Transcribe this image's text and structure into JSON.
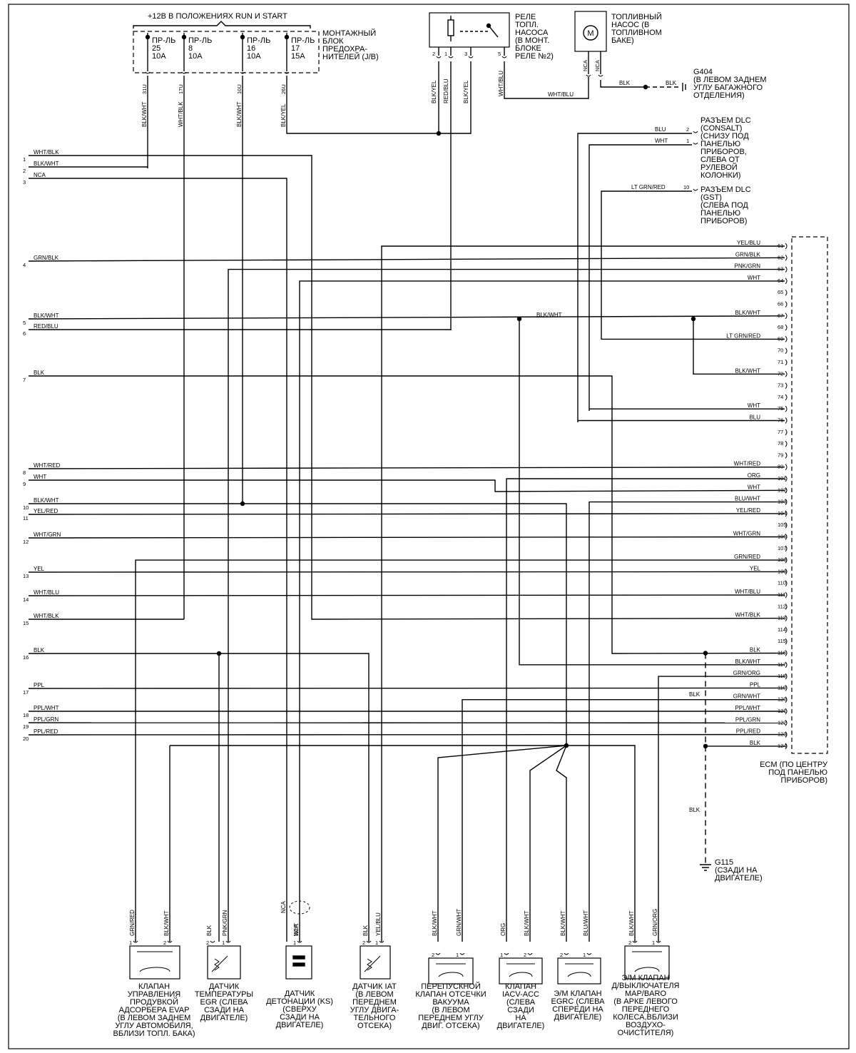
{
  "header": {
    "power_caption": "+12В В ПОЛОЖЕНИЯХ RUN И START"
  },
  "fuse_block": {
    "label": [
      "МОНТАЖНЫЙ",
      "БЛОК",
      "ПРЕДОХРА-",
      "НИТЕЛЕЙ (J/B)"
    ],
    "fuses": [
      {
        "name": "ПР-ЛЬ",
        "num": "25",
        "rating": "10A",
        "conn": "31U"
      },
      {
        "name": "ПР-ЛЬ",
        "num": "8",
        "rating": "10A",
        "conn": "17U"
      },
      {
        "name": "ПР-ЛЬ",
        "num": "16",
        "rating": "10A",
        "conn": "10U"
      },
      {
        "name": "ПР-ЛЬ",
        "num": "17",
        "rating": "15A",
        "conn": "26U"
      }
    ]
  },
  "relay": {
    "label": [
      "РЕЛЕ",
      "ТОПЛ.",
      "НАСОСА",
      "(В МОНТ.",
      "БЛОКЕ",
      "РЕЛЕ №2)"
    ],
    "pins": [
      "2",
      "1",
      "3",
      "5"
    ]
  },
  "fuel_pump": {
    "label": [
      "ТОПЛИВНЫЙ",
      "НАСОС (В",
      "ТОПЛИВНОМ",
      "БАКЕ)"
    ],
    "symbol": "M"
  },
  "ground_g404": {
    "label": [
      "G404",
      "(В ЛЕВОМ ЗАДНЕМ",
      "УГЛУ БАГАЖНОГО",
      "ОТДЕЛЕНИЯ)"
    ]
  },
  "dlc_consult": {
    "label": [
      "РАЗЪЕМ DLC",
      "(CONSALT)",
      "(СНИЗУ ПОД",
      "ПАНЕЛЬЮ",
      "ПРИБОРОВ,",
      "СЛЕВА ОТ",
      "РУЛЕВОЙ",
      "КОЛОНКИ)"
    ]
  },
  "dlc_gst": {
    "label": [
      "РАЗЪЕМ DLC",
      "(GST)",
      "(СЛЕВА ПОД",
      "ПАНЕЛЬЮ",
      "ПРИБОРОВ)"
    ]
  },
  "ecm": {
    "label": [
      "ECM (ПО ЦЕНТРУ",
      "ПОД ПАНЕЛЬЮ",
      "ПРИБОРОВ)"
    ]
  },
  "ground_g115": {
    "label": [
      "G115",
      "(СЗАДИ НА",
      "ДВИГАТЕЛЕ)"
    ]
  },
  "left_wires": [
    {
      "num": "1",
      "color": "WHT/BLK"
    },
    {
      "num": "2",
      "color": "BLK/WHT"
    },
    {
      "num": "3",
      "color": "NCA"
    },
    {
      "num": "4",
      "color": "GRN/BLK"
    },
    {
      "num": "5",
      "color": "BLK/WHT"
    },
    {
      "num": "6",
      "color": "RED/BLU"
    },
    {
      "num": "7",
      "color": "BLK"
    },
    {
      "num": "8",
      "color": "WHT/RED"
    },
    {
      "num": "9",
      "color": "WHT"
    },
    {
      "num": "10",
      "color": "BLK/WHT"
    },
    {
      "num": "11",
      "color": "YEL/RED"
    },
    {
      "num": "12",
      "color": "WHT/GRN"
    },
    {
      "num": "13",
      "color": "YEL"
    },
    {
      "num": "14",
      "color": "WHT/BLU"
    },
    {
      "num": "15",
      "color": "WHT/BLK"
    },
    {
      "num": "16",
      "color": "BLK"
    },
    {
      "num": "17",
      "color": "PPL"
    },
    {
      "num": "18",
      "color": "PPL/WHT"
    },
    {
      "num": "19",
      "color": "PPL/GRN"
    },
    {
      "num": "20",
      "color": "PPL/RED"
    }
  ],
  "ecm_pins": [
    {
      "num": "61",
      "color": "YEL/BLU"
    },
    {
      "num": "62",
      "color": "GRN/BLK"
    },
    {
      "num": "63",
      "color": "PNK/GRN"
    },
    {
      "num": "64",
      "color": "WHT"
    },
    {
      "num": "65",
      "color": ""
    },
    {
      "num": "66",
      "color": ""
    },
    {
      "num": "67",
      "color": "BLK/WHT"
    },
    {
      "num": "68",
      "color": ""
    },
    {
      "num": "69",
      "color": "LT GRN/RED"
    },
    {
      "num": "70",
      "color": ""
    },
    {
      "num": "71",
      "color": ""
    },
    {
      "num": "72",
      "color": "BLK/WHT"
    },
    {
      "num": "73",
      "color": ""
    },
    {
      "num": "74",
      "color": ""
    },
    {
      "num": "75",
      "color": "WHT"
    },
    {
      "num": "76",
      "color": "BLU"
    },
    {
      "num": "77",
      "color": ""
    },
    {
      "num": "78",
      "color": ""
    },
    {
      "num": "79",
      "color": ""
    },
    {
      "num": "80",
      "color": "WHT/RED"
    },
    {
      "num": "101",
      "color": "ORG"
    },
    {
      "num": "102",
      "color": "WHT"
    },
    {
      "num": "103",
      "color": "BLU/WHT"
    },
    {
      "num": "104",
      "color": "YEL/RED"
    },
    {
      "num": "105",
      "color": ""
    },
    {
      "num": "106",
      "color": "WHT/GRN"
    },
    {
      "num": "107",
      "color": ""
    },
    {
      "num": "108",
      "color": "GRN/RED"
    },
    {
      "num": "109",
      "color": "YEL"
    },
    {
      "num": "110",
      "color": ""
    },
    {
      "num": "111",
      "color": "WHT/BLU"
    },
    {
      "num": "112",
      "color": ""
    },
    {
      "num": "113",
      "color": "WHT/BLK"
    },
    {
      "num": "114",
      "color": ""
    },
    {
      "num": "115",
      "color": ""
    },
    {
      "num": "116",
      "color": "BLK"
    },
    {
      "num": "117",
      "color": "BLK/WHT"
    },
    {
      "num": "118",
      "color": "GRN/ORG"
    },
    {
      "num": "119",
      "color": "PPL"
    },
    {
      "num": "120",
      "color": "GRN/WHT"
    },
    {
      "num": "121",
      "color": "PPL/WHT"
    },
    {
      "num": "122",
      "color": "PPL/GRN"
    },
    {
      "num": "123",
      "color": "PPL/RED"
    },
    {
      "num": "124",
      "color": "BLK"
    }
  ],
  "wire_labels": {
    "vert_fuse": [
      "BLK/WHT",
      "WHT/BLK",
      "BLK/WHT",
      "BLK/YEL"
    ],
    "relay_vert": [
      "BLK/YEL",
      "RED/BLU",
      "BLK/YEL",
      "WHT/BLU"
    ],
    "relay_to_pump": "WHT/BLU",
    "pump_pins": [
      "NCA",
      "NCA"
    ],
    "pump_gnd": [
      "BLK",
      "BLK"
    ],
    "dlc_blu": "BLU",
    "dlc_wht": "WHT",
    "dlc_ltgrn": "LT GRN/RED",
    "splice_67": "BLK/WHT",
    "gnd_blk_120": "BLK",
    "g115_blk": "BLK"
  },
  "components": [
    {
      "name": [
        "КЛАПАН",
        "УПРАВЛЕНИЯ",
        "ПРОДУВКОЙ",
        "АДСОРБЕРА EVAP",
        "(В ЛЕВОМ ЗАДНЕМ",
        "УГЛУ АВТОМОБИЛЯ,",
        "ВБЛИЗИ ТОПЛ. БАКА)"
      ],
      "wires": [
        "GRN/RED",
        "BLK/WHT"
      ],
      "pins": [
        "1",
        "2"
      ]
    },
    {
      "name": [
        "ДАТЧИК",
        "ТЕМПЕРАТУРЫ",
        "EGR (СЛЕВА",
        "СЗАДИ НА",
        "ДВИГАТЕЛЕ)"
      ],
      "wires": [
        "BLK",
        "PNK/GRN"
      ],
      "pins": [
        "2",
        "1"
      ]
    },
    {
      "name": [
        "ДАТЧИК",
        "ДЕТОНАЦИИ (KS)",
        "(СВЕРХУ",
        "СЗАДИ НА",
        "ДВИГАТЕЛЕ)"
      ],
      "wires": [
        "NCA",
        "WHT"
      ],
      "pins": [
        "1"
      ]
    },
    {
      "name": [
        "ДАТЧИК IAT",
        "(В ЛЕВОМ",
        "ПЕРЕДНЕМ",
        "УГЛУ ДВИГА-",
        "ТЕЛЬНОГО",
        "ОТСЕКА)"
      ],
      "wires": [
        "BLK",
        "YEL/BLU"
      ],
      "pins": [
        "2",
        "1"
      ]
    },
    {
      "name": [
        "ПЕРЕПУСКНОЙ",
        "КЛАПАН ОТСЕЧКИ",
        "ВАКУУМА",
        "(В ЛЕВОМ",
        "ПЕРЕДНЕМ УГЛУ",
        "ДВИГ. ОТСЕКА)"
      ],
      "wires": [
        "BLK/WHT",
        "GRN/WHT"
      ],
      "pins": [
        "2",
        "1"
      ]
    },
    {
      "name": [
        "КЛАПАН",
        "IACV-ACC",
        "(СЛЕВА",
        "СЗАДИ",
        "НА",
        "ДВИГАТЕЛЕ)"
      ],
      "wires": [
        "ORG",
        "BLK/WHT"
      ],
      "pins": [
        "1",
        "2"
      ]
    },
    {
      "name": [
        "Э/М КЛАПАН",
        "EGRC (СЛЕВА",
        "СПЕРЕДИ НА",
        "ДВИГАТЕЛЕ)"
      ],
      "wires": [
        "BLK/WHT",
        "BLU/WHT"
      ],
      "pins": [
        "2",
        "1"
      ]
    },
    {
      "name": [
        "Э/М КЛАПАН",
        "Д/ВЫКЛЮЧАТЕЛЯ",
        "MAP/BARO",
        "(В АРКЕ ЛЕВОГО",
        "ПЕРЕДНЕГО",
        "КОЛЕСА,ВБЛИЗИ",
        "ВОЗДУХО-",
        "ОЧИСТИТЕЛЯ)"
      ],
      "wires": [
        "BLK/WHT",
        "GRN/ORG"
      ],
      "pins": [
        "2",
        "1"
      ]
    }
  ]
}
